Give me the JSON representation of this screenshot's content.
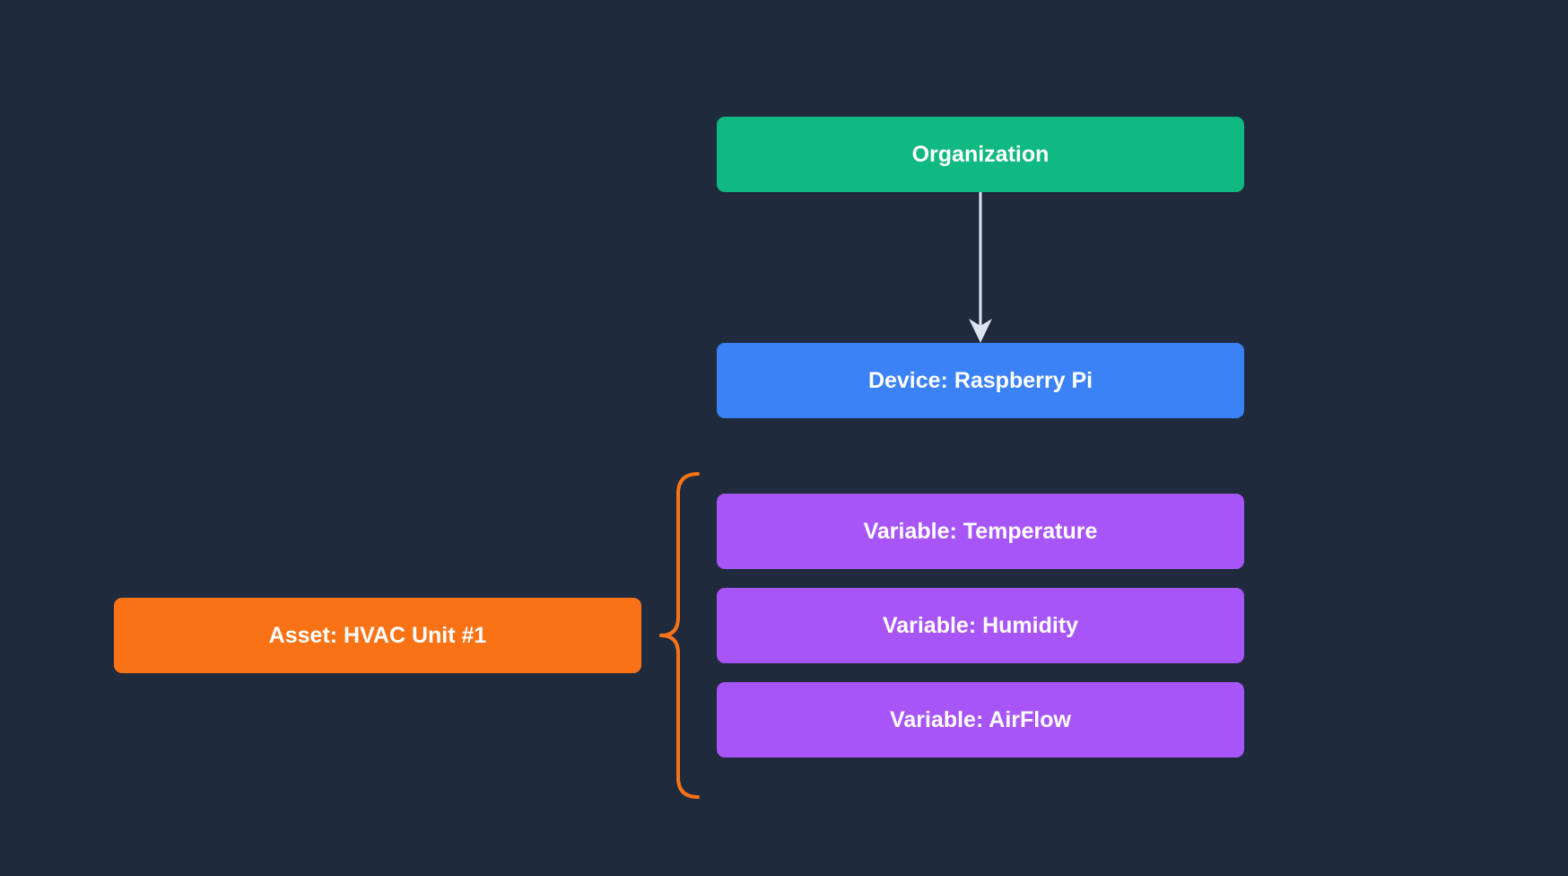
{
  "colors": {
    "background": "#1f2a3c",
    "organization": "#10b981",
    "device": "#3b82f6",
    "variable": "#a855f7",
    "asset": "#f97316",
    "arrow": "#dbe5f2",
    "brace": "#f97316"
  },
  "nodes": {
    "organization": {
      "label": "Organization"
    },
    "device": {
      "label": "Device: Raspberry Pi"
    },
    "variables": [
      {
        "label": "Variable: Temperature"
      },
      {
        "label": "Variable: Humidity"
      },
      {
        "label": "Variable: AirFlow"
      }
    ],
    "asset": {
      "label": "Asset: HVAC Unit #1"
    }
  },
  "edges": [
    {
      "from": "organization",
      "to": "device",
      "style": "arrow"
    },
    {
      "from": "variables",
      "to": "asset",
      "style": "brace"
    }
  ]
}
